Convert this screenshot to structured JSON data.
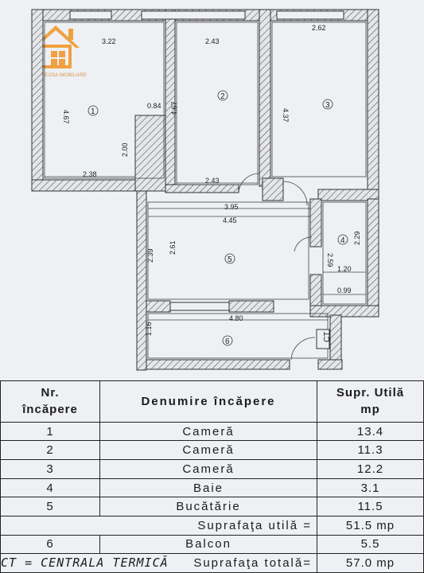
{
  "logo": {
    "text": "GEOSA IMOBILIARE"
  },
  "dimensions": {
    "d1": "3.22",
    "d2": "2.43",
    "d3": "2.62",
    "d4": "4.67",
    "d5": "0.84",
    "d6": "4.67",
    "d7": "4.37",
    "d8": "2.00",
    "d9": "2.38",
    "d10": "2.43",
    "d11": "3.95",
    "d12": "4.45",
    "d13": "2.39",
    "d14": "2.61",
    "d15": "2.59",
    "d16": "2.29",
    "d17": "1.20",
    "d18": "0.99",
    "d19": "4.80",
    "d20": "1.16"
  },
  "rooms": {
    "r1": "1",
    "r2": "2",
    "r3": "3",
    "r4": "4",
    "r5": "5",
    "r6": "6"
  },
  "ct_label": "CT",
  "table": {
    "h1_line1": "Nr.",
    "h1_line2": "încăpere",
    "h2": "Denumire încăpere",
    "h3_line1": "Supr. Utilă",
    "h3_line2": "mp",
    "rows": [
      {
        "nr": "1",
        "name": "Cameră",
        "area": "13.4"
      },
      {
        "nr": "2",
        "name": "Cameră",
        "area": "11.3"
      },
      {
        "nr": "3",
        "name": "Cameră",
        "area": "12.2"
      },
      {
        "nr": "4",
        "name": "Baie",
        "area": "3.1"
      },
      {
        "nr": "5",
        "name": "Bucătărie",
        "area": "11.5"
      }
    ],
    "useful_label": "Suprafaţa utilă =",
    "useful_value": "51.5 mp",
    "balcony": {
      "nr": "6",
      "name": "Balcon",
      "area": "5.5"
    },
    "ct_note": "CT = CENTRALA TERMICĂ",
    "total_label": "Suprafaţa totală=",
    "total_value": "57.0 mp"
  }
}
